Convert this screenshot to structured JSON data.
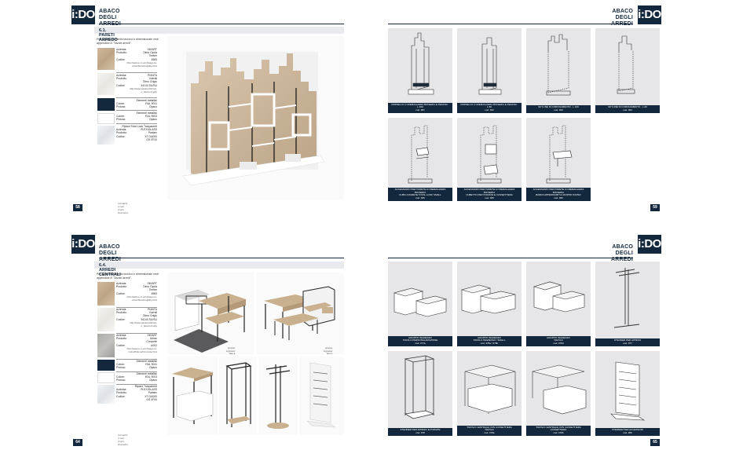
{
  "brand": {
    "logo": "i:DO"
  },
  "header": {
    "title_line1": "ABACO",
    "title_line2": "DEGLI ARREDI"
  },
  "top_left": {
    "section": "6.1. PARETI ARREDO",
    "intro": "Per approfondimento tecnico e dimensionale vedi appendice A \"Tavole arredi\".",
    "specs": [
      {
        "rows": [
          [
            "Azienda:",
            "SM'ART"
          ],
          [
            "Prodotto:",
            "Olmo Cipria"
          ],
          [
            "",
            "Timber"
          ],
          [
            "Codice:",
            "4583"
          ]
        ],
        "url": "http://www.e-m-art.it/pagi-ne-colori/finiture/Jpfiby.html"
      },
      {
        "rows": [
          [
            "Azienda:",
            "PIANTA"
          ],
          [
            "Prodotto:",
            "Karrall"
          ],
          [
            "",
            "Olmo Grigio"
          ],
          [
            "Codice:",
            "34143 SU/SU"
          ]
        ],
        "url": "http://www.pianta.it/it/colo-ri_bianco/1.php"
      },
      {
        "rows": [
          [
            "",
            "Elementi metallici"
          ],
          [
            "Colore:",
            "RAL 5011"
          ],
          [
            "Pintura:",
            "Opaco"
          ]
        ],
        "url": ""
      },
      {
        "rows": [
          [
            "",
            "Elementi metallici"
          ],
          [
            "Colore:",
            "RAL 9003"
          ],
          [
            "Pintura:",
            "Opaco"
          ]
        ],
        "url": ""
      },
      {
        "rows": [
          [
            "",
            "Ripiani Total Look Trasparenti"
          ],
          [
            "Azienda:",
            "PLEXIGLASS"
          ],
          [
            "Prodotto:",
            "Parklex"
          ],
          [
            "Codice:",
            "XT OA000"
          ],
          [
            "",
            "GS 0F00"
          ]
        ],
        "url": ""
      }
    ],
    "caption": "Immagini a solo scopo illustrativo",
    "page_number": "58"
  },
  "top_right": {
    "cards": [
      {
        "label": "PANNELLO A CREMAGLIERA BOISERIA E PEDANA - L.100",
        "code": "cod. 381"
      },
      {
        "label": "PANNELLO A CREMAGLIERA BOISERIA E PEDANA - L.60",
        "code": "cod. 392"
      },
      {
        "label": "SKYLINE DI CORONAMENTO - L.100",
        "code": "cod. 393"
      },
      {
        "label": "SKYLINE DI CORONAMENTO - L.60",
        "code": "cod. 394"
      },
      {
        "label": "ACCESSORIO PER PARETE A CREMAGLIERA BOISERIA\nCUBO A PARETE TOTAL LOOK SMALL",
        "code": "cod. 395"
      },
      {
        "label": "ACCESSORIO PER PARETE A CREMAGLIERA BOISERIA\nCUBETTO PER PODIATE E CASSETTIERA",
        "code": "cod. 395"
      },
      {
        "label": "ACCESSORIO PER PARETE A CREMAGLIERA BOISERIA\nBARRA APPENDIABITI A DOPPIO INVISO",
        "code": "cod. 395"
      }
    ],
    "page_number": "59"
  },
  "bottom_left": {
    "section": "6.4. ARREDI CENTRALI",
    "intro": "Per approfondimento tecnico e dimensionale vedi appendice A \"Tavole arredi\".",
    "specs": [
      {
        "rows": [
          [
            "Azienda:",
            "SM'ART"
          ],
          [
            "Prodotto:",
            "Olmo Cipria"
          ],
          [
            "",
            "Timber"
          ],
          [
            "Codice:",
            "4583"
          ]
        ],
        "url": "http://www.e-m-art.it/pagi-ne-colori/finiture/Jpfiby.html"
      },
      {
        "rows": [
          [
            "Azienda:",
            "PIANTA"
          ],
          [
            "Prodotto:",
            "Karrall"
          ],
          [
            "",
            "Olmo Grigio"
          ],
          [
            "Codice:",
            "34143 SU/SU"
          ]
        ],
        "url": "http://www.pianta.it/it/colo-ri_bianco/1.php"
      },
      {
        "rows": [
          [
            "Azienda:",
            "SM'ART"
          ],
          [
            "Prodotto:",
            "Urban"
          ],
          [
            "",
            "Concrete"
          ],
          [
            "Codice:",
            "U002"
          ]
        ],
        "url": "http://www.e-m-art.it/pagi-ne-colori/finiture/Concrete.html"
      },
      {
        "rows": [
          [
            "",
            "Elementi metallici"
          ],
          [
            "Colore:",
            "RAL 5011"
          ],
          [
            "Pintura:",
            "Opaco"
          ]
        ],
        "url": ""
      },
      {
        "rows": [
          [
            "",
            "Elementi metallici"
          ],
          [
            "Colore:",
            "RAL 9003"
          ],
          [
            "Pintura:",
            "Opaco"
          ]
        ],
        "url": ""
      },
      {
        "rows": [
          [
            "",
            "Ripiani Trasparenti"
          ],
          [
            "Azienda:",
            "PLEXIGLASS"
          ],
          [
            "Prodotto:",
            "Parklex"
          ],
          [
            "Codice:",
            "XT OA000"
          ],
          [
            "",
            "GS 0F00"
          ]
        ],
        "url": ""
      }
    ],
    "photo_captions": [
      "gruppo ingresso\nlato a",
      "gruppo ingresso\nlato b"
    ],
    "caption": "Immagini a solo scopo illustrativo",
    "page_number": "64"
  },
  "bottom_right": {
    "cards": [
      {
        "label": "GRUPPO INGRESSO\nTAVOLO PERSONALIZZAZIONE",
        "code": "cod. 377a"
      },
      {
        "label": "GRUPPO INGRESSO\nTAVOLO INGRESSO / SMALL",
        "code": "cod. 378a / 378b"
      },
      {
        "label": "GRUPPO INGRESSO\nTAVOLO",
        "code": "cod. 378d"
      },
      {
        "label": "STENDER PER APPESO",
        "code": "cod. 377"
      },
      {
        "label": "STENDER PER APPESO E PODIATE",
        "code": "cod. 378"
      },
      {
        "label": "TAVOLO CENTRALE CON CASSETTIERA\nTAVOLO",
        "code": "cod. 378a"
      },
      {
        "label": "TAVOLO CENTRALE CON CASSETTIERA\nCASSETTIERA",
        "code": "cod. 378b"
      },
      {
        "label": "STENDER PER ACCESSORI",
        "code": "cod. 380"
      }
    ],
    "page_number": "65"
  }
}
